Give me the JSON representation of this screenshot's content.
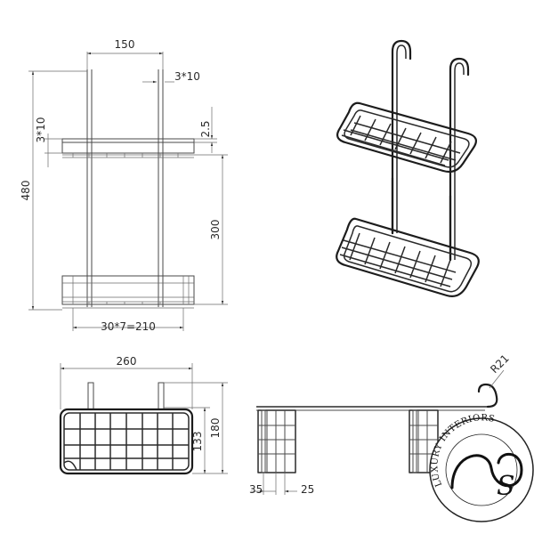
{
  "dimensions": {
    "front_width": "150",
    "rod": "3*10",
    "rod_side": "3*10",
    "lip": "2.5",
    "height_total": "480",
    "height_between": "300",
    "spacing": "30*7=210",
    "top_width": "260",
    "top_depth_inner": "133",
    "top_depth_outer": "180",
    "radius": "R21",
    "side_left": "35",
    "side_right": "25"
  },
  "logo": {
    "text": "LUXURY INTERIORS",
    "mark": "S"
  }
}
